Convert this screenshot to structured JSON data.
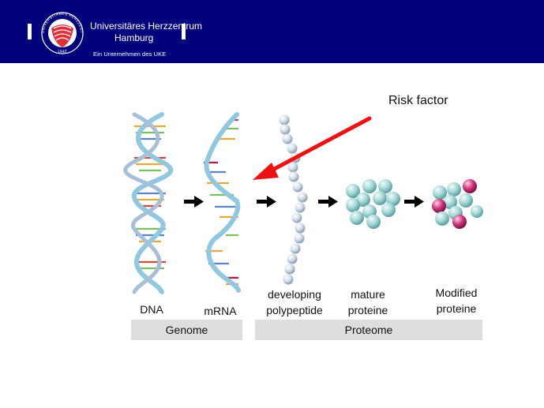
{
  "header": {
    "institution_name": "Universitäres Herzzentrum",
    "city": "Hamburg",
    "tagline": "Ein Unternehmen des UKE",
    "seal_text": "UNIVERSITÄRES HERZZENTRUM",
    "seal_abbrev": "UHZ",
    "background_color": "#02037c"
  },
  "diagram": {
    "risk_label": "Risk factor",
    "arrow_color": "#ee1111",
    "stages": {
      "dna": "DNA",
      "mrna": "mRNA",
      "developing_line1": "developing",
      "developing_line2": "polypeptide",
      "mature_line1": "mature",
      "mature_line2": "proteine",
      "modified_line1": "Modified",
      "modified_line2": "proteine"
    },
    "bands": {
      "genome": "Genome",
      "proteome": "Proteome"
    },
    "colors": {
      "helix_strand": "#8fc8e0",
      "bead": "#cdd9e6",
      "protein_ball": "#9fd6d3",
      "modification": "#cc2f78"
    }
  }
}
